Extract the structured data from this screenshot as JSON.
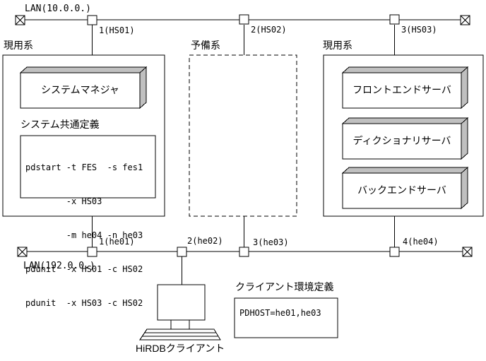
{
  "colors": {
    "line": "#000000",
    "box_shade": "#c0c0c0",
    "background": "#ffffff"
  },
  "top_lan": {
    "label": "LAN(10.0.0.)",
    "nodes": [
      {
        "label": "1(HS01)"
      },
      {
        "label": "2(HS02)"
      },
      {
        "label": "3(HS03)"
      }
    ]
  },
  "bottom_lan": {
    "label": "LAN(192.0.0.)",
    "nodes": [
      {
        "label": "1(he01)"
      },
      {
        "label": "2(he02)"
      },
      {
        "label": "3(he03)"
      },
      {
        "label": "4(he04)"
      }
    ]
  },
  "active_system_left": {
    "title": "現用系",
    "server_label": "システムマネジャ",
    "definition_title": "システム共通定義",
    "definition_lines": [
      "pdstart -t FES  -s fes1",
      "        -x HS03",
      "        -m he04 -n he03",
      "pdunit  -x HS01 -c HS02",
      "pdunit  -x HS03 -c HS02"
    ]
  },
  "standby_system": {
    "title": "予備系"
  },
  "active_system_right": {
    "title": "現用系",
    "servers": [
      "フロントエンドサーバ",
      "ディクショナリサーバ",
      "バックエンドサーバ"
    ]
  },
  "client": {
    "label": "HiRDBクライアント",
    "definition_title": "クライアント環境定義",
    "definition_text": "PDHOST=he01,he03"
  }
}
